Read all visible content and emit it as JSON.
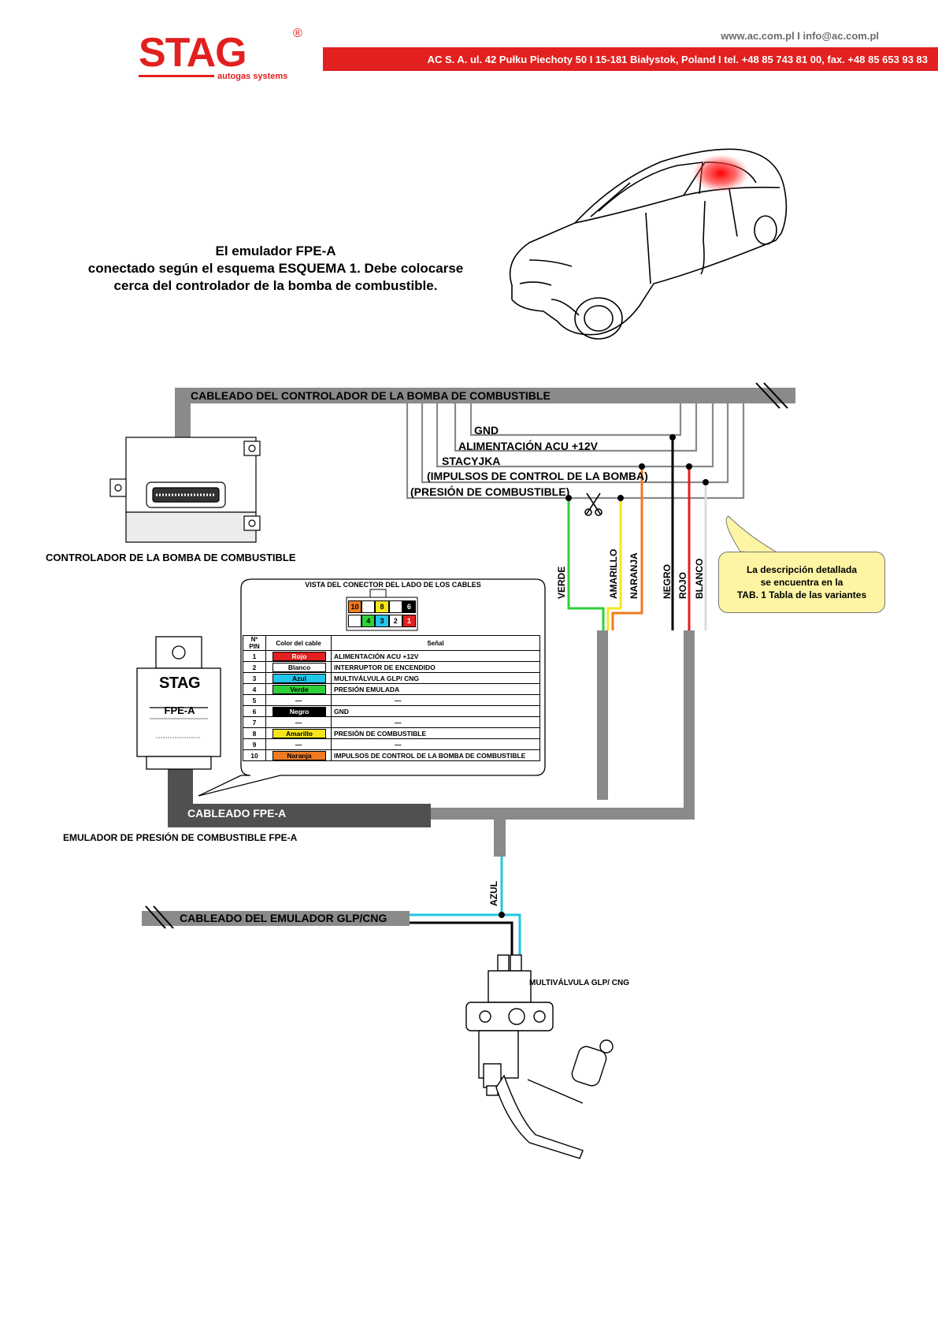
{
  "header": {
    "logo_text": "STAG",
    "logo_registered": "®",
    "logo_subtitle": "autogas systems",
    "contact": "www.ac.com.pl I info@ac.com.pl",
    "address": "AC S. A. ul. 42 Pułku Piechoty 50 I 15-181 Białystok, Poland I tel. +48 85 743 81 00, fax. +48 85 653 93 83",
    "brand_color": "#e1201f"
  },
  "description": {
    "line1": "El emulador FPE-A",
    "line2": "conectado según el esquema ESQUEMA 1. Debe colocarse",
    "line3": "cerca del controlador de la bomba de combustible."
  },
  "diagram": {
    "pump_cable_label": "CABLEADO DEL CONTROLADOR DE LA BOMBA DE COMBUSTIBLE",
    "pump_wires": {
      "gnd": "GND",
      "acu": "ALIMENTACIÓN ACU +12V",
      "stacyjka": "STACYJKA",
      "impulses": "(IMPULSOS DE CONTROL DE LA BOMBA)",
      "pressure": "(PRESIÓN DE COMBUSTIBLE)"
    },
    "pump_controller_label": "CONTROLADOR DE LA BOMBA DE COMBUSTIBLE",
    "wire_colors": {
      "verde": "VERDE",
      "amarillo": "AMARILLO",
      "naranja": "NARANJA",
      "negro": "NEGRO",
      "rojo": "ROJO",
      "blanco": "BLANCO",
      "azul": "AZUL"
    },
    "callout": {
      "line1": "La descripción detallada",
      "line2": "se encuentra en la",
      "line3": "TAB. 1 Tabla de las variantes"
    },
    "fpe_cable_label": "CABLEADO FPE-A",
    "emulator_label": "EMULADOR DE PRESIÓN DE COMBUSTIBLE FPE-A",
    "emulator_device": {
      "brand": "STAG",
      "model": "FPE-A"
    },
    "lpg_cable_label": "CABLEADO DEL EMULADOR GLP/CNG",
    "multivalve_label": "MULTIVÁLVULA GLP/ CNG"
  },
  "connector": {
    "title": "VISTA DEL CONECTOR DEL LADO DE LOS CABLES",
    "top_pins": [
      "10",
      "8",
      "6"
    ],
    "bottom_pins": [
      "4",
      "3",
      "2",
      "1"
    ],
    "table_headers": {
      "pin": "Nº PIN",
      "color": "Color del cable",
      "signal": "Señal"
    },
    "rows": [
      {
        "pin": "1",
        "color": "Rojo",
        "signal": "ALIMENTACIÓN ACU +12V",
        "swatch": "#e1201f"
      },
      {
        "pin": "2",
        "color": "Blanco",
        "signal": "INTERRUPTOR DE ENCENDIDO",
        "swatch": "#ffffff"
      },
      {
        "pin": "3",
        "color": "Azul",
        "signal": "MULTIVÁLVULA GLP/ CNG",
        "swatch": "#21c6e8"
      },
      {
        "pin": "4",
        "color": "Verde",
        "signal": "PRESIÓN EMULADA",
        "swatch": "#2fcf3a"
      },
      {
        "pin": "5",
        "color": "—",
        "signal": "—",
        "swatch": "#ffffff"
      },
      {
        "pin": "6",
        "color": "Negro",
        "signal": "GND",
        "swatch": "#000000"
      },
      {
        "pin": "7",
        "color": "—",
        "signal": "—",
        "swatch": "#ffffff"
      },
      {
        "pin": "8",
        "color": "Amarillo",
        "signal": "PRESIÓN DE COMBUSTIBLE",
        "swatch": "#f7e51c"
      },
      {
        "pin": "9",
        "color": "—",
        "signal": "—",
        "swatch": "#ffffff"
      },
      {
        "pin": "10",
        "color": "Naranja",
        "signal": "IMPULSOS DE CONTROL DE LA BOMBA DE COMBUSTIBLE",
        "swatch": "#f07a22"
      }
    ]
  }
}
